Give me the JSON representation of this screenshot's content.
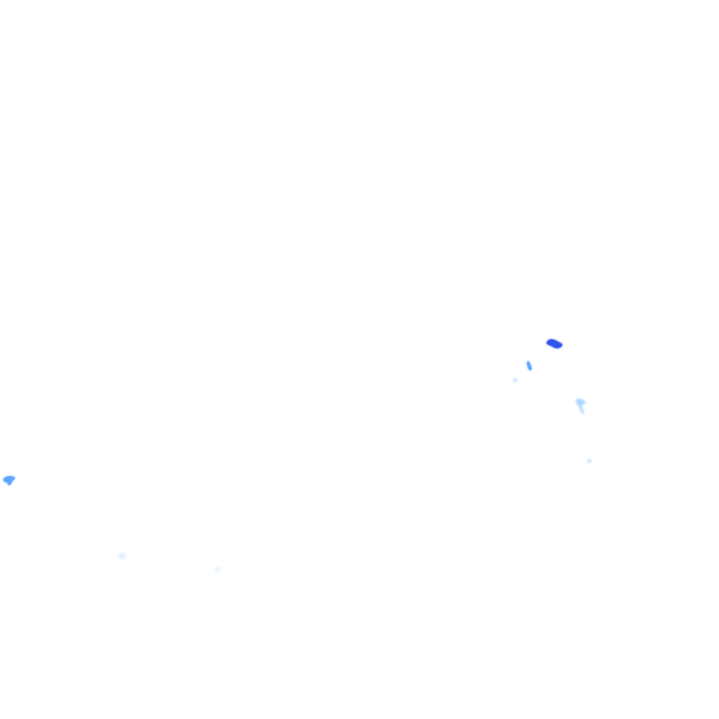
{
  "map": {
    "layer": "precipitation-radar-overlay",
    "background_color": "#ffffff",
    "echo_colors": {
      "light": "#dbeeff",
      "light_moderate": "#a9d4ff",
      "moderate": "#5aa6ff",
      "heavy": "#2f55e8"
    },
    "echoes": [
      {
        "intensity": "heavy"
      },
      {
        "intensity": "moderate"
      },
      {
        "intensity": "light_moderate"
      },
      {
        "intensity": "light_moderate"
      },
      {
        "intensity": "light_moderate"
      },
      {
        "intensity": "light"
      },
      {
        "intensity": "moderate"
      },
      {
        "intensity": "light"
      },
      {
        "intensity": "light"
      },
      {
        "intensity": "light"
      },
      {
        "intensity": "light"
      }
    ]
  }
}
